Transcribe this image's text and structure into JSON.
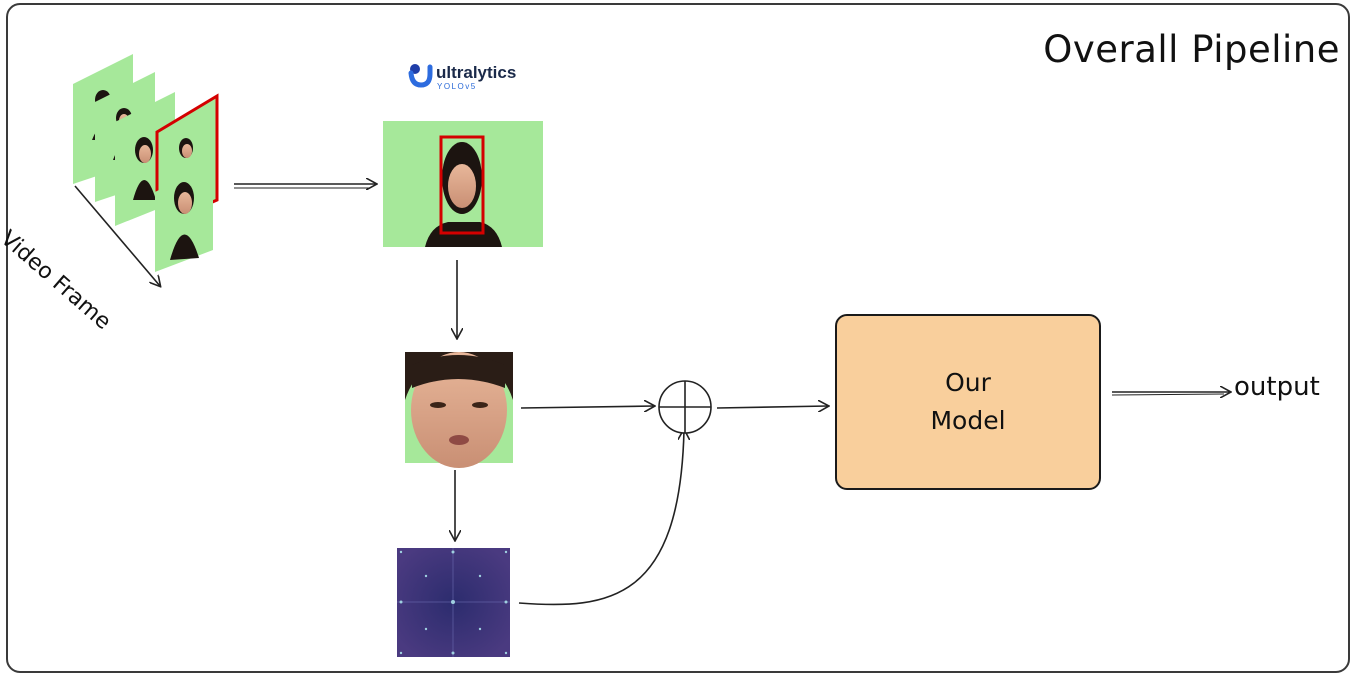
{
  "title": "Overall Pipeline",
  "logo": {
    "name": "ultralytics",
    "sub": "YOLOv5"
  },
  "video_label": "Video Frame",
  "model_label": "Our Model",
  "output_label": "output",
  "colors": {
    "green_screen": "#a6e89a",
    "bbox_red": "#d40000",
    "model_fill": "#f9cf9c",
    "fft_bg": "#3a2f6e",
    "line": "#222222"
  },
  "icons": [
    "ultralytics-logo-icon",
    "plus-circle-icon"
  ]
}
